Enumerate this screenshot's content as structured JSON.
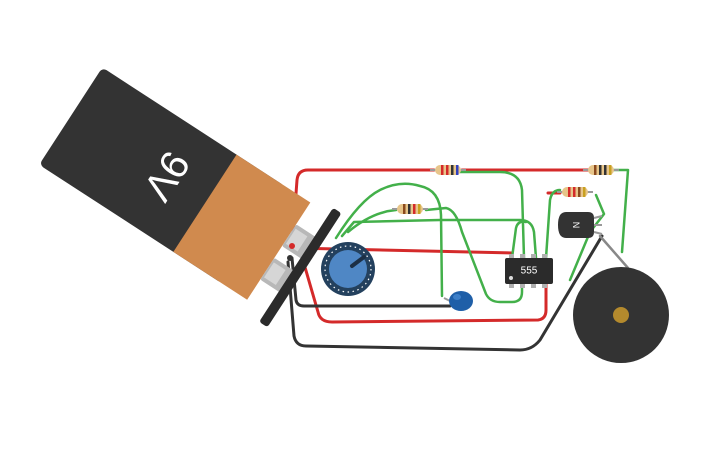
{
  "battery": {
    "label": "9V"
  },
  "ic": {
    "label": "555"
  },
  "transistor": {
    "label": "N"
  },
  "colors": {
    "battery_body": "#333333",
    "battery_label_band": "#d08a4e",
    "wire_red": "#d42a2a",
    "wire_black": "#333333",
    "wire_green": "#43b04a",
    "capacitor": "#1f5fa8",
    "potentiometer": "#4f87c5",
    "buzzer": "#333333",
    "buzzer_center": "#b48a2d"
  }
}
